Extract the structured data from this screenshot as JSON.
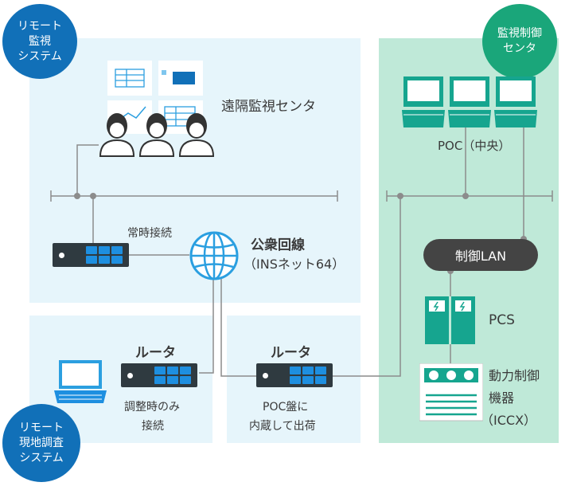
{
  "remote_monitoring": {
    "badge": "リモート\n監視\nシステム",
    "center_label": "遠隔監視センタ",
    "always_connected": "常時接続"
  },
  "public_line": {
    "title": "公衆回線",
    "subtitle": "（INSネット64）"
  },
  "control_center": {
    "badge": "監視制御\nセンタ",
    "poc_label": "POC（中央）",
    "lan_label": "制御LAN",
    "pcs_label": "PCS",
    "iccx_label_1": "動力制御",
    "iccx_label_2": "機器",
    "iccx_label_3": "（ICCX）"
  },
  "field_survey": {
    "badge": "リモート\n現地調査\nシステム",
    "router_label": "ルータ",
    "note_1": "調整時のみ",
    "note_2": "接続"
  },
  "poc_panel": {
    "router_label": "ルータ",
    "note_1": "POC盤に",
    "note_2": "内蔵して出荷"
  },
  "colors": {
    "panel_blue": "#e6f5fb",
    "panel_green": "#bfe9d8",
    "badge_blue": "#1170b8",
    "badge_green": "#1aa67a",
    "teal": "#16a58f",
    "globe": "#2b9fe0",
    "line": "#8c8c8c",
    "router_body": "#2f3a40",
    "router_port": "#1e8fe0",
    "lan_pill": "#444444"
  }
}
